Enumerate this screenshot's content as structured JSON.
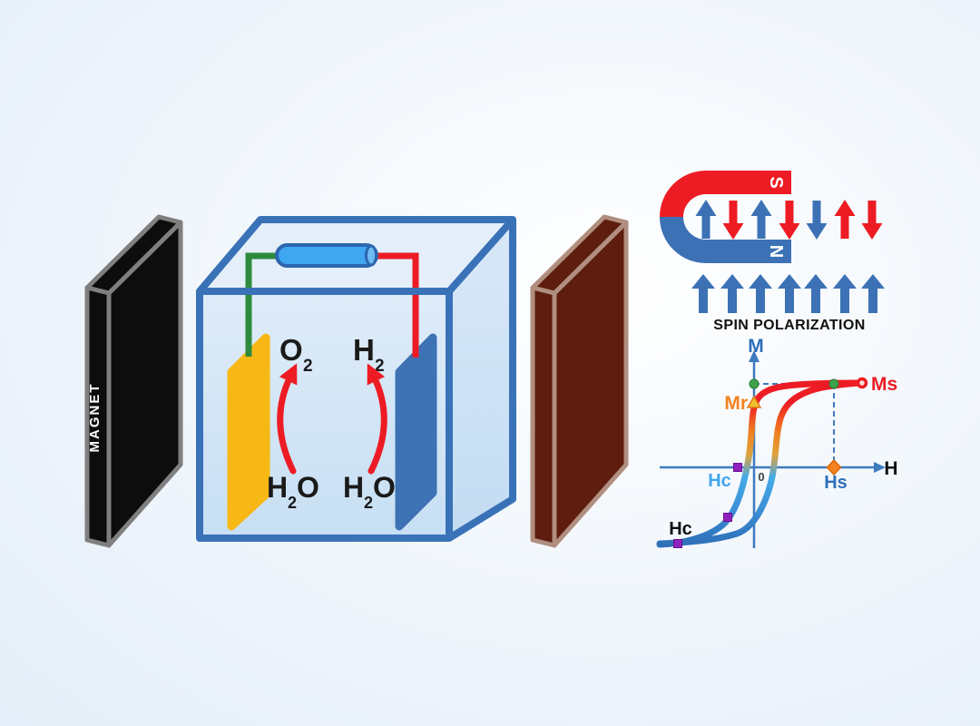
{
  "magnet_slab": {
    "label": "MAGNET"
  },
  "electrolysis_cell": {
    "gas_left": {
      "symbol": "O",
      "subscript": "2"
    },
    "gas_right": {
      "symbol": "H",
      "subscript": "2"
    },
    "water_left": {
      "h": "H",
      "subscript": "2",
      "o": "O"
    },
    "water_right": {
      "h": "H",
      "subscript": "2",
      "o": "O"
    }
  },
  "horseshoe_magnet": {
    "south_pole": "S",
    "north_pole": "N",
    "pole_gap_arrows": [
      "up-blue",
      "down-red",
      "up-blue",
      "down-red",
      "down-blue",
      "up-red",
      "down-red"
    ],
    "polarized_arrows": [
      "up-blue",
      "up-blue",
      "up-blue",
      "up-blue",
      "up-blue",
      "up-blue",
      "up-blue"
    ],
    "caption": "SPIN POLARIZATION"
  },
  "hysteresis_graph": {
    "y_axis_label": "M",
    "x_axis_label": "H",
    "origin_label": "0",
    "saturation_magnetization_label": "Ms",
    "remanence_label": "Mr",
    "coercivity_axis_label": "Hc",
    "coercivity_curve_label": "Hc",
    "saturation_field_label": "Hs"
  },
  "colors": {
    "background": "#eef4fb",
    "magnet_black": "#0d0d0d",
    "magnet_border": "#7f7f7f",
    "ferromagnet_fill": "#5E1D0E",
    "ferromagnet_border": "#B08E80",
    "cube_stroke": "#3A72B8",
    "cube_fill_light": "#E4EFFA",
    "cube_fill_dark": "#C7DFF3",
    "electrode_yellow": "#F7B815",
    "electrode_blue": "#3D72B4",
    "wire_green": "#2E8B3D",
    "wire_red": "#ED1C24",
    "battery_blue": "#3FA6F0",
    "pole_red": "#ED1C24",
    "pole_blue": "#3C72B5",
    "arrow_blue": "#3C72B5",
    "arrow_red": "#ED1C24",
    "axis_blue": "#3E7AC0",
    "marker_green": "#3FA34C",
    "marker_purple": "#8F22BD",
    "marker_orange_diamond": "#F58220",
    "label_orange": "#F58220",
    "label_red": "#ED1C24",
    "label_light_blue": "#3FA6F0",
    "label_dark_blue": "#2E6FB8",
    "text_black": "#1a1a1a",
    "text_white": "#ffffff"
  }
}
